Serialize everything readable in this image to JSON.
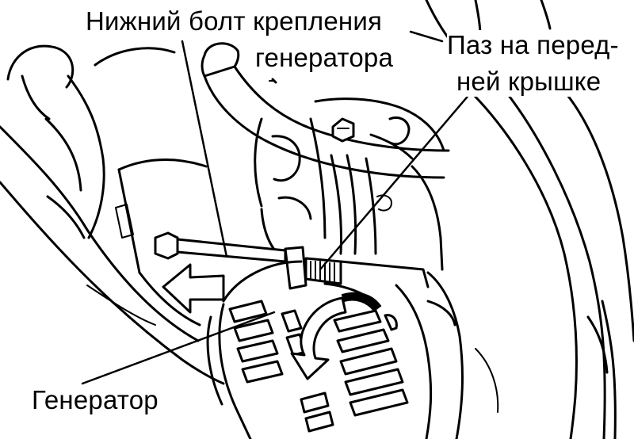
{
  "labels": {
    "lower_bolt_line1": "Нижний болт крепления",
    "lower_bolt_line2": "генератора",
    "groove_line1": "Паз на перед-",
    "groove_line2": "ней крышке",
    "generator": "Генератор"
  },
  "colors": {
    "ink": "#000000",
    "paper": "#ffffff"
  }
}
